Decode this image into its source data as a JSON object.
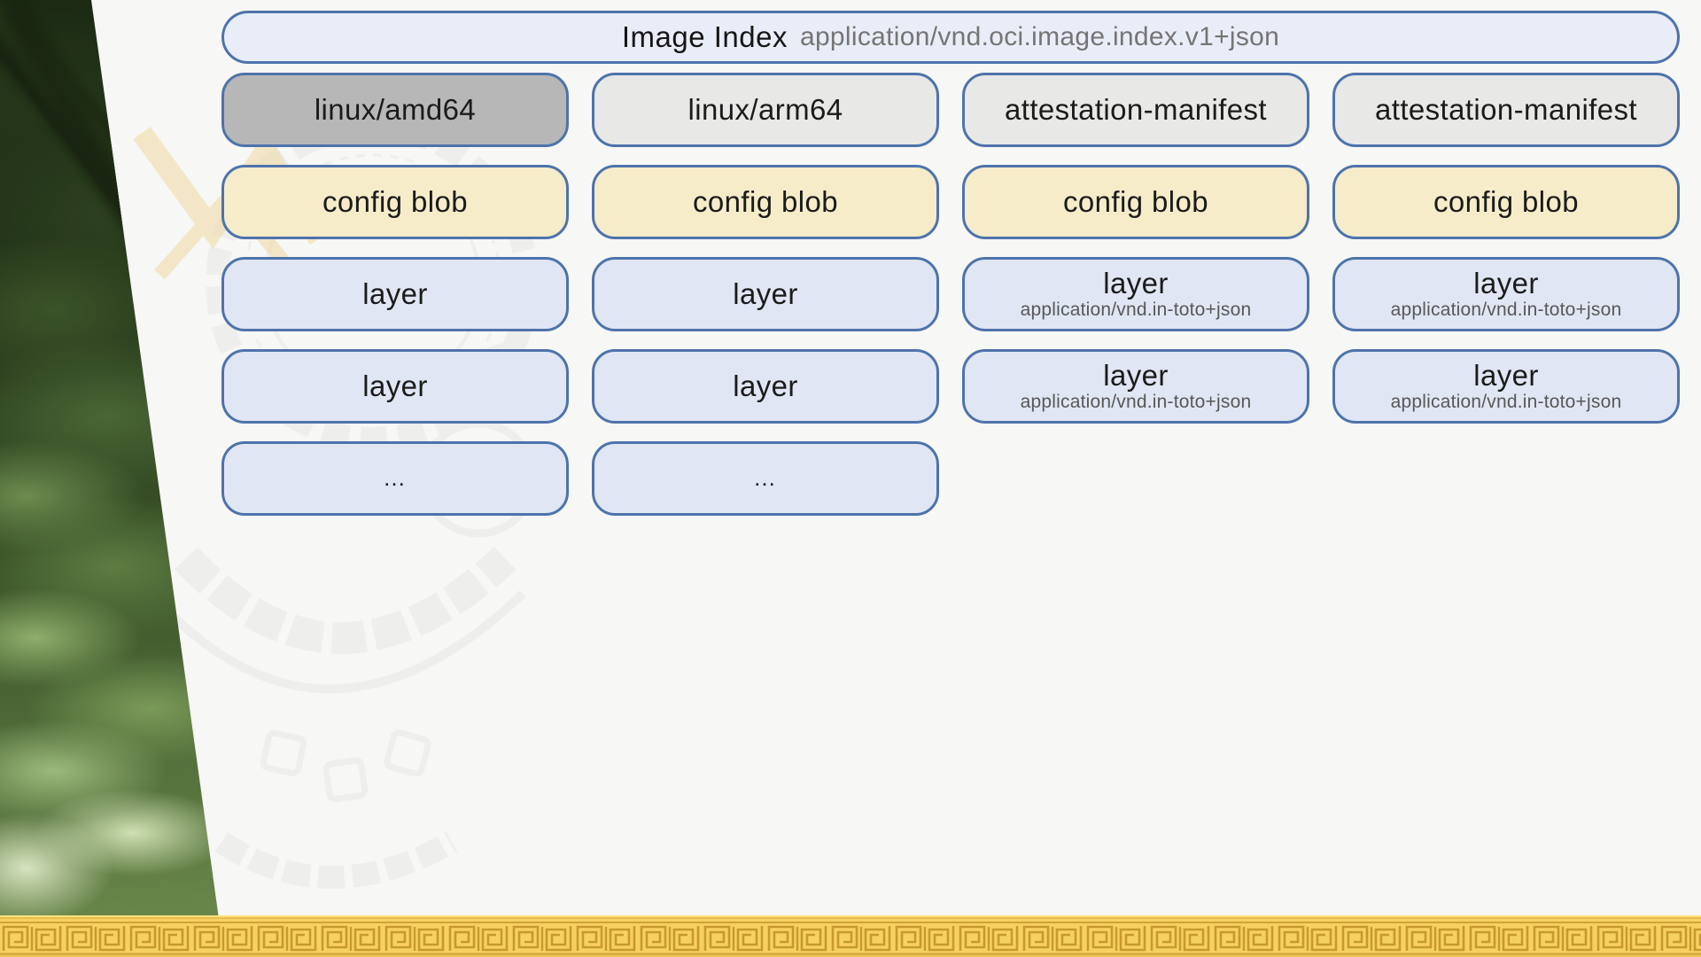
{
  "header": {
    "title": "Image Index",
    "mime": "application/vnd.oci.image.index.v1+json"
  },
  "grid": {
    "rows": [
      [
        {
          "label": "linux/amd64",
          "type": "arch-primary"
        },
        {
          "label": "linux/arm64",
          "type": "arch"
        },
        {
          "label": "attestation-manifest",
          "type": "arch"
        },
        {
          "label": "attestation-manifest",
          "type": "arch"
        }
      ],
      [
        {
          "label": "config blob",
          "type": "config"
        },
        {
          "label": "config blob",
          "type": "config"
        },
        {
          "label": "config blob",
          "type": "config"
        },
        {
          "label": "config blob",
          "type": "config"
        }
      ],
      [
        {
          "label": "layer",
          "type": "layer"
        },
        {
          "label": "layer",
          "type": "layer"
        },
        {
          "label": "layer",
          "sublabel": "application/vnd.in-toto+json",
          "type": "layer"
        },
        {
          "label": "layer",
          "sublabel": "application/vnd.in-toto+json",
          "type": "layer"
        }
      ],
      [
        {
          "label": "layer",
          "type": "layer"
        },
        {
          "label": "layer",
          "type": "layer"
        },
        {
          "label": "layer",
          "sublabel": "application/vnd.in-toto+json",
          "type": "layer"
        },
        {
          "label": "layer",
          "sublabel": "application/vnd.in-toto+json",
          "type": "layer"
        }
      ],
      [
        {
          "label": "…",
          "type": "ellipsis"
        },
        {
          "label": "…",
          "type": "ellipsis"
        },
        {
          "type": "empty"
        },
        {
          "type": "empty"
        }
      ]
    ]
  },
  "colors": {
    "border": "#4e73ac",
    "header_fill": "#e9edf7",
    "arch_primary_fill": "#b7b7b7",
    "arch_fill": "#e8e8e6",
    "config_fill": "#f6ecc9",
    "layer_fill": "#e0e6f3",
    "gold_base": "#f7d160",
    "gold_line": "#c7992e",
    "gold_edge": "#e9bc50"
  }
}
